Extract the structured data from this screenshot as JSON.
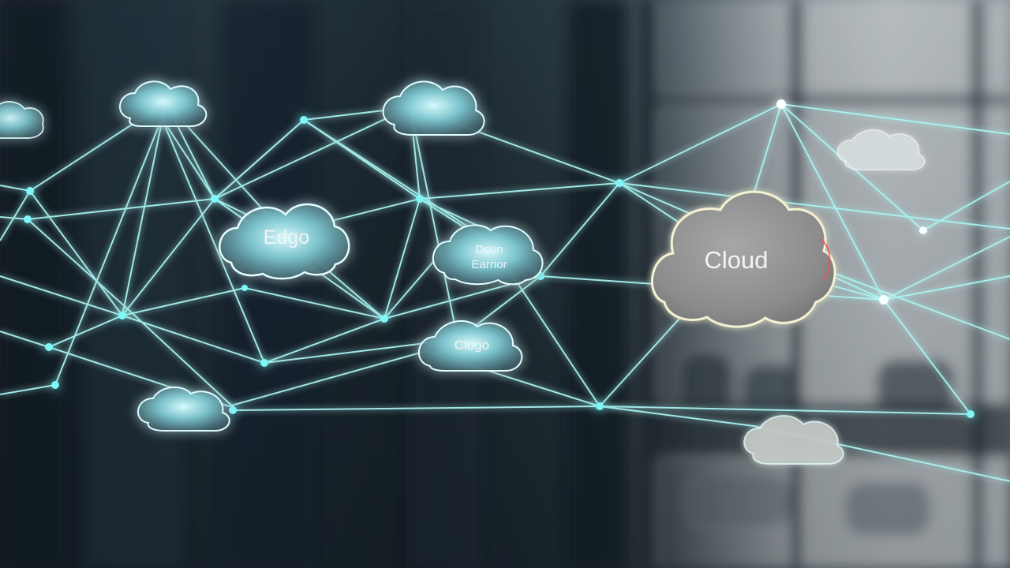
{
  "image": {
    "theme": "edge-to-cloud network concept over blurred office",
    "colors": {
      "glow": "#6ff0f0",
      "line": "#a9f3f0",
      "main_cloud": "#8f8f8f"
    }
  },
  "labels": {
    "edge": "Edgo",
    "center_line1": "Dcon",
    "center_line2": "Earrior",
    "lower": "Clugo",
    "main_cloud": "Cloud"
  }
}
